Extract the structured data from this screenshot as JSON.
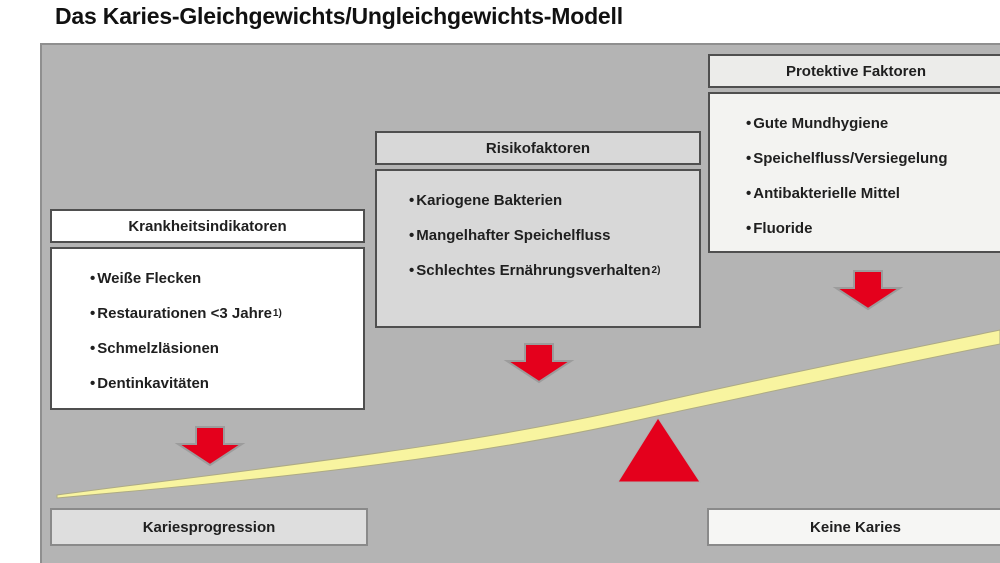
{
  "title": "Das Karies-Gleichgewichts/Ungleichgewichts-Modell",
  "bullet": "•",
  "columns": [
    {
      "header": "Krankheitsindikatoren",
      "items": [
        {
          "text": "Weiße Flecken",
          "sup": ""
        },
        {
          "text": "Restaurationen <3 Jahre",
          "sup": "1)"
        },
        {
          "text": "Schmelzläsionen",
          "sup": ""
        },
        {
          "text": "Dentinkavitäten",
          "sup": ""
        }
      ]
    },
    {
      "header": "Risikofaktoren",
      "items": [
        {
          "text": "Kariogene Bakterien",
          "sup": ""
        },
        {
          "text": "Mangelhafter Speichelfluss",
          "sup": ""
        },
        {
          "text": "Schlechtes Ernährungsverhalten",
          "sup": "2)"
        }
      ]
    },
    {
      "header": "Protektive Faktoren",
      "items": [
        {
          "text": "Gute Mundhygiene",
          "sup": ""
        },
        {
          "text": "Speichelfluss/Versiegelung",
          "sup": ""
        },
        {
          "text": "Antibakterielle Mittel",
          "sup": ""
        },
        {
          "text": "Fluoride",
          "sup": ""
        }
      ]
    }
  ],
  "outcomes": {
    "left": "Kariesprogression",
    "right": "Keine Karies"
  },
  "colors": {
    "arrow_red": "#e4001c",
    "beam_yellow": "#f8f4a0"
  }
}
